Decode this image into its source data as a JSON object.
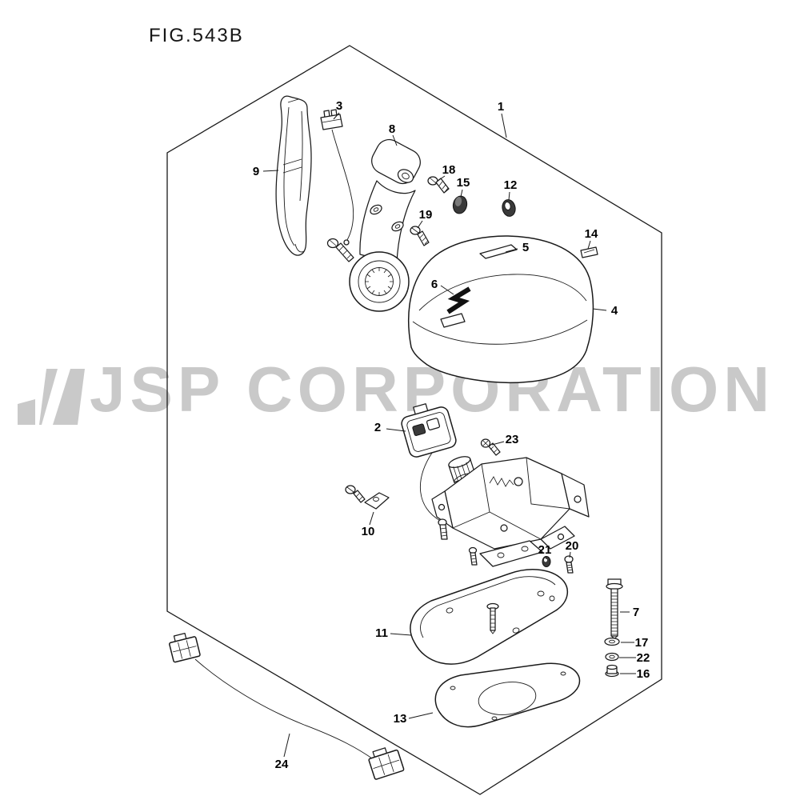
{
  "figure": {
    "title": "FIG.543B",
    "watermark": "JSP CORPORATION"
  },
  "parts": [
    {
      "label": "1"
    },
    {
      "label": "2"
    },
    {
      "label": "3"
    },
    {
      "label": "4"
    },
    {
      "label": "5"
    },
    {
      "label": "6"
    },
    {
      "label": "7"
    },
    {
      "label": "8"
    },
    {
      "label": "9"
    },
    {
      "label": "10"
    },
    {
      "label": "11"
    },
    {
      "label": "12"
    },
    {
      "label": "13"
    },
    {
      "label": "14"
    },
    {
      "label": "15"
    },
    {
      "label": "16"
    },
    {
      "label": "17"
    },
    {
      "label": "18"
    },
    {
      "label": "19"
    },
    {
      "label": "20"
    },
    {
      "label": "21"
    },
    {
      "label": "22"
    },
    {
      "label": "23"
    },
    {
      "label": "24"
    }
  ]
}
